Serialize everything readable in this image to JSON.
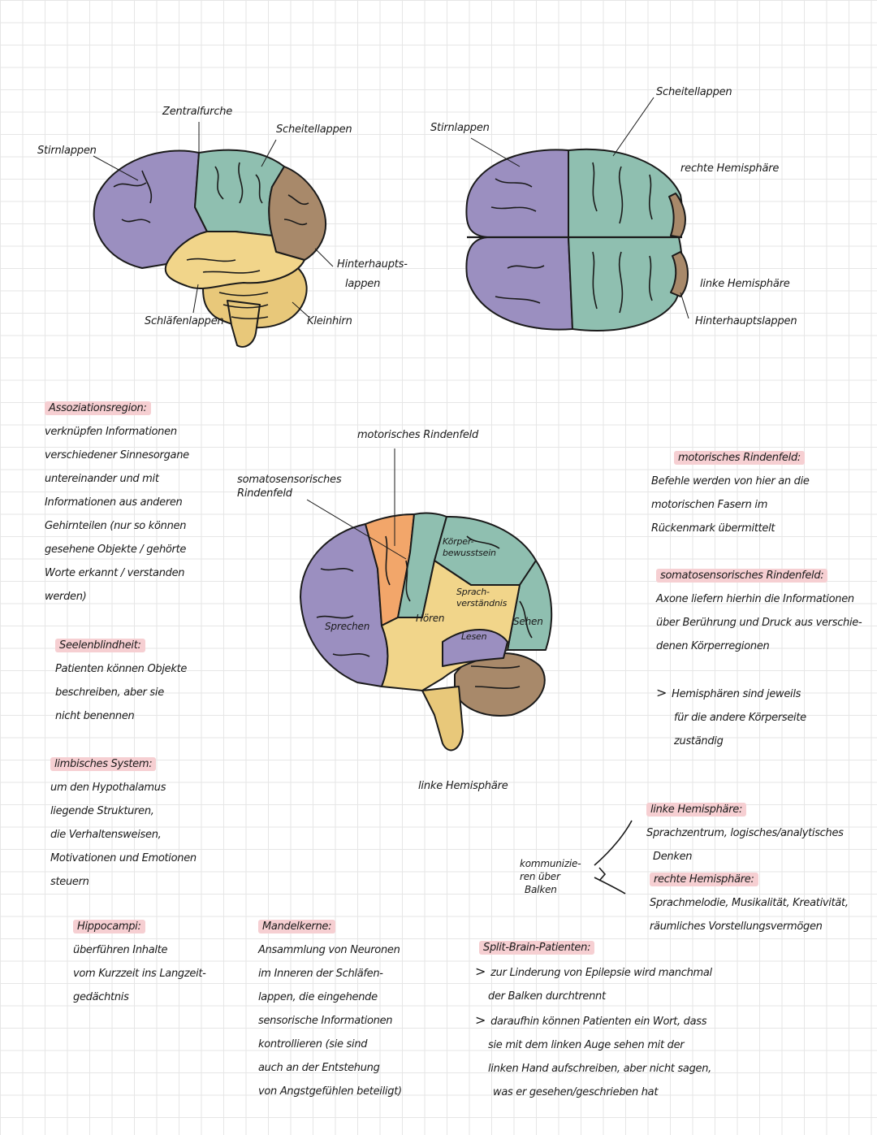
{
  "colors": {
    "frontal": "#9b8fc0",
    "parietal": "#8fbfb0",
    "occipital": "#a8896a",
    "temporal": "#f1d58a",
    "cerebellum": "#e8c87a",
    "motor": "#f2a66a",
    "highlight": "#f6cfd2"
  },
  "fig1": {
    "zentralfurche": "Zentralfurche",
    "stirnlappen": "Stirnlappen",
    "scheitellappen": "Scheitellappen",
    "hinterhauptslappen_1": "Hinterhaupts-",
    "hinterhauptslappen_2": "lappen",
    "schlaefenlappen": "Schläfenlappen",
    "kleinhirn": "Kleinhirn"
  },
  "fig2": {
    "stirnlappen": "Stirnlappen",
    "scheitellappen": "Scheitellappen",
    "rechte": "rechte Hemisphäre",
    "linke": "linke Hemisphäre",
    "hinterhauptslappen": "Hinterhauptslappen"
  },
  "fig3": {
    "motorisches": "motorisches Rindenfeld",
    "somato_1": "somatosensorisches",
    "somato_2": "Rindenfeld",
    "koerper_1": "Körper-",
    "koerper_2": "bewusstsein",
    "sprach_1": "Sprach-",
    "sprach_2": "verständnis",
    "sprechen": "Sprechen",
    "hoeren": "Hören",
    "lesen": "Lesen",
    "sehen": "Sehen",
    "caption": "linke Hemisphäre"
  },
  "notes": {
    "assoziation": {
      "heading": "Assoziationsregion:",
      "lines": [
        "verknüpfen Informationen",
        "verschiedener Sinnesorgane",
        "untereinander und mit",
        "Informationen aus anderen",
        "Gehirnteilen (nur so können",
        "gesehene Objekte / gehörte",
        "Worte erkannt / verstanden",
        "werden)"
      ]
    },
    "seelenblindheit": {
      "heading": "Seelenblindheit:",
      "lines": [
        "Patienten können Objekte",
        "beschreiben, aber sie",
        "nicht benennen"
      ]
    },
    "limbisch": {
      "heading": "limbisches System:",
      "lines": [
        "um den Hypothalamus",
        "liegende Strukturen,",
        "die Verhaltensweisen,",
        "Motivationen und Emotionen",
        "steuern"
      ]
    },
    "hippocampi": {
      "heading": "Hippocampi:",
      "lines": [
        "überführen Inhalte",
        "vom Kurzzeit ins Langzeit-",
        "gedächtnis"
      ]
    },
    "mandelkerne": {
      "heading": "Mandelkerne:",
      "lines": [
        "Ansammlung von Neuronen",
        "im Inneren der Schläfen-",
        "lappen, die eingehende",
        "sensorische Informationen",
        "kontrollieren (sie sind",
        "auch an der Entstehung",
        "von Angstgefühlen beteiligt)"
      ]
    },
    "motorisch": {
      "heading": "motorisches Rindenfeld:",
      "lines": [
        "Befehle werden von hier an die",
        "motorischen Fasern im",
        "Rückenmark übermittelt"
      ]
    },
    "somato": {
      "heading": "somatosensorisches Rindenfeld:",
      "lines": [
        "Axone liefern hierhin die Informationen",
        "über Berührung und Druck aus verschie-",
        "denen Körperregionen"
      ]
    },
    "hemis": {
      "bullet": ">",
      "lines": [
        "Hemisphären sind jeweils",
        "für die andere Körperseite",
        "zuständig"
      ]
    },
    "linke": {
      "heading": "linke Hemisphäre:",
      "lines": [
        "Sprachzentrum, logisches/analytisches",
        "Denken"
      ]
    },
    "rechte": {
      "heading": "rechte Hemisphäre:",
      "lines": [
        "Sprachmelodie, Musikalität, Kreativität,",
        "räumliches Vorstellungsvermögen"
      ]
    },
    "kommunizieren": {
      "lines": [
        "kommunizie-",
        "ren über",
        "Balken"
      ]
    },
    "splitbrain": {
      "heading": "Split-Brain-Patienten:",
      "bullet": ">",
      "b1": [
        "zur Linderung von Epilepsie wird manchmal",
        "der Balken durchtrennt"
      ],
      "b2": [
        "daraufhin können Patienten ein Wort, dass",
        "sie mit dem linken Auge sehen mit der",
        "linken Hand aufschreiben, aber nicht sagen,",
        "was er gesehen/geschrieben hat"
      ]
    }
  }
}
